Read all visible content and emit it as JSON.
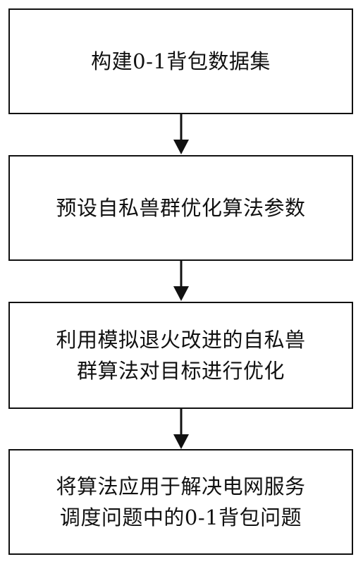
{
  "flowchart": {
    "steps": [
      {
        "lines": [
          "构建0-1背包数据集"
        ]
      },
      {
        "lines": [
          "预设自私兽群优化算法参数"
        ]
      },
      {
        "lines": [
          "利用模拟退火改进的自私兽",
          "群算法对目标进行优化"
        ]
      },
      {
        "lines": [
          "将算法应用于解决电网服务",
          "调度问题中的0-1背包问题"
        ]
      }
    ]
  }
}
